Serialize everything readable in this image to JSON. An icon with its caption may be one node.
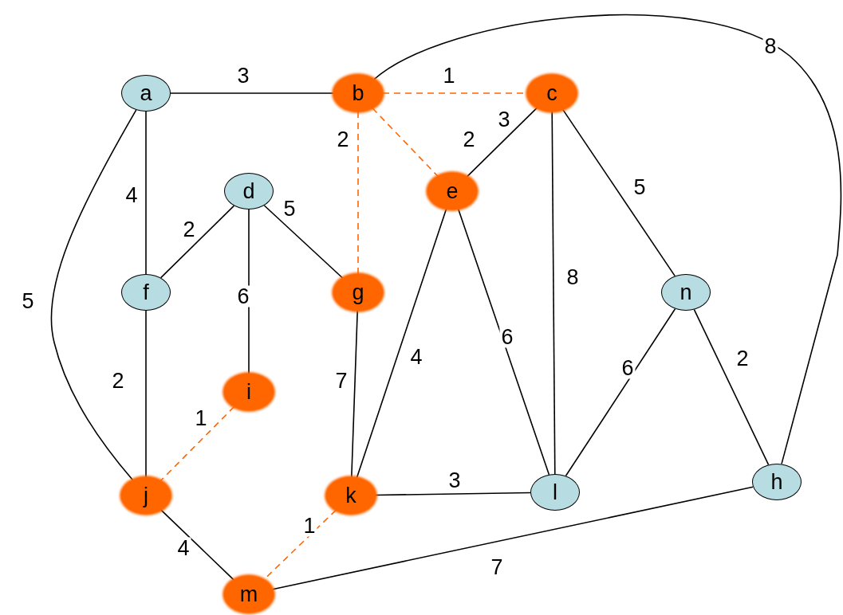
{
  "diagram": {
    "nodes": [
      {
        "text": [
          "a"
        ]
      },
      {
        "text": [
          "b"
        ]
      },
      {
        "text": [
          "c"
        ]
      },
      {
        "text": [
          "d"
        ]
      },
      {
        "text": [
          "e"
        ]
      },
      {
        "text": [
          "f"
        ]
      },
      {
        "text": [
          "g"
        ]
      },
      {
        "text": [
          "i"
        ]
      },
      {
        "text": [
          "j"
        ]
      },
      {
        "text": [
          "k"
        ]
      },
      {
        "text": [
          "l"
        ]
      },
      {
        "text": [
          "m"
        ]
      },
      {
        "text": [
          "n"
        ]
      },
      {
        "text": [
          "h"
        ]
      }
    ],
    "edges": [
      {
        "from": 0,
        "to": 1,
        "arrow": "none",
        "label": "3"
      },
      {
        "from": 1,
        "to": 2,
        "arrow": "none",
        "label": "1",
        "style": "dashed",
        "color": "#ff6600"
      },
      {
        "from": 0,
        "to": 5,
        "arrow": "none",
        "label": "4"
      },
      {
        "from": 0,
        "to": 8,
        "arrow": "none",
        "label": "5"
      },
      {
        "from": 1,
        "to": 4,
        "arrow": "none",
        "label": "2",
        "style": "dashed",
        "color": "#ff6600"
      },
      {
        "from": 1,
        "to": 6,
        "arrow": "none",
        "label": "2",
        "style": "dashed",
        "color": "#ff6600"
      },
      {
        "from": 1,
        "to": 13,
        "arrow": "none",
        "label": "8"
      },
      {
        "from": 2,
        "to": 4,
        "arrow": "none",
        "label": "3"
      },
      {
        "from": 2,
        "to": 10,
        "arrow": "none",
        "label": "8"
      },
      {
        "from": 2,
        "to": 12,
        "arrow": "none",
        "label": "5"
      },
      {
        "from": 3,
        "to": 5,
        "arrow": "none",
        "label": "2"
      },
      {
        "from": 3,
        "to": 6,
        "arrow": "none",
        "label": "5"
      },
      {
        "from": 3,
        "to": 7,
        "arrow": "none",
        "label": "6"
      },
      {
        "from": 4,
        "to": 9,
        "arrow": "none",
        "label": "4"
      },
      {
        "from": 4,
        "to": 10,
        "arrow": "none",
        "label": "6"
      },
      {
        "from": 5,
        "to": 8,
        "arrow": "none",
        "label": "2"
      },
      {
        "from": 6,
        "to": 9,
        "arrow": "none",
        "label": "7"
      },
      {
        "from": 7,
        "to": 8,
        "arrow": "none",
        "label": "1",
        "style": "dashed",
        "color": "#ff6600"
      },
      {
        "from": 8,
        "to": 11,
        "arrow": "none",
        "label": "4"
      },
      {
        "from": 9,
        "to": 11,
        "arrow": "none",
        "label": "1",
        "style": "dashed",
        "color": "#ff6600"
      },
      {
        "from": 9,
        "to": 10,
        "arrow": "none",
        "label": "3"
      },
      {
        "from": 10,
        "to": 12,
        "arrow": "none",
        "label": "6"
      },
      {
        "from": 12,
        "to": 13,
        "arrow": "none",
        "label": "2"
      },
      {
        "from": 11,
        "to": 13,
        "arrow": "none",
        "label": "7"
      }
    ]
  }
}
